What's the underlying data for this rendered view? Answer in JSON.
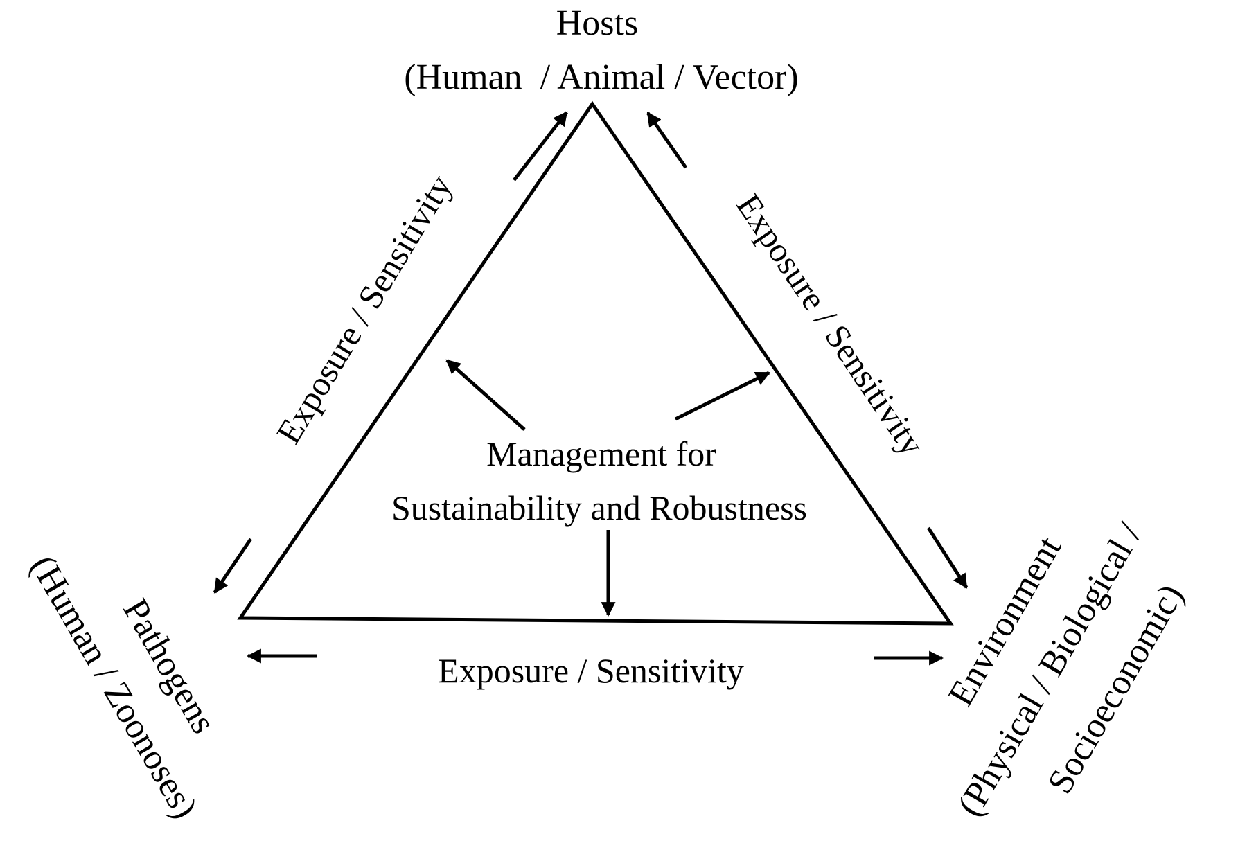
{
  "colors": {
    "ink": "#000000",
    "background": "#ffffff"
  },
  "nodes": {
    "hosts": {
      "title": "Hosts",
      "subtitle": "(Human  / Animal / Vector)"
    },
    "pathogens": {
      "title": "Pathogens",
      "subtitle": "(Human / Zoonoses)"
    },
    "environment": {
      "title": "Environment",
      "subtitle_line1": "(Physical / Biological /",
      "subtitle_line2": "Socioeconomic)"
    }
  },
  "center": {
    "line1": "Management for",
    "line2": "Sustainability and Robustness"
  },
  "edges": {
    "left": "Exposure / Sensitivity",
    "right": "Exposure / Sensitivity",
    "bottom": "Exposure / Sensitivity"
  }
}
